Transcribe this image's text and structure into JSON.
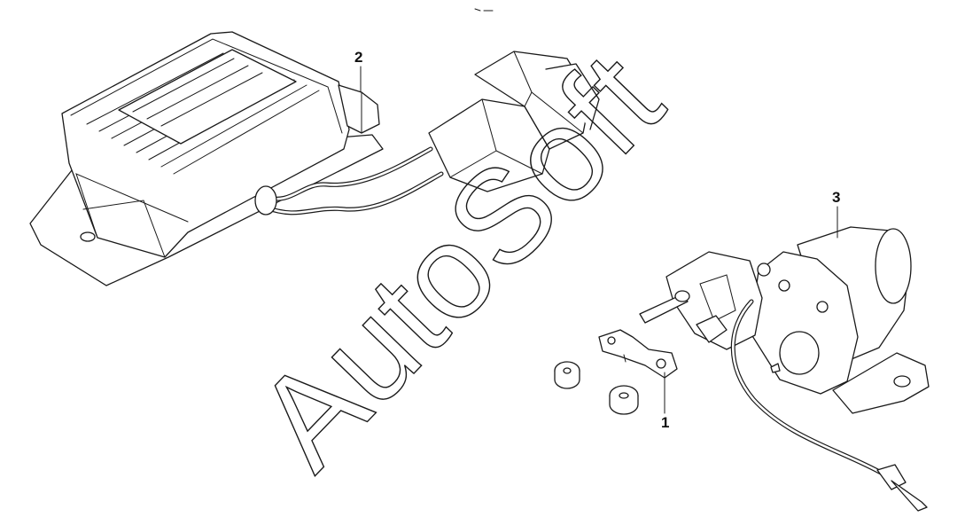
{
  "watermark": "AutoSoft",
  "callouts": {
    "part1": "1",
    "part2": "2",
    "part3": "3"
  }
}
